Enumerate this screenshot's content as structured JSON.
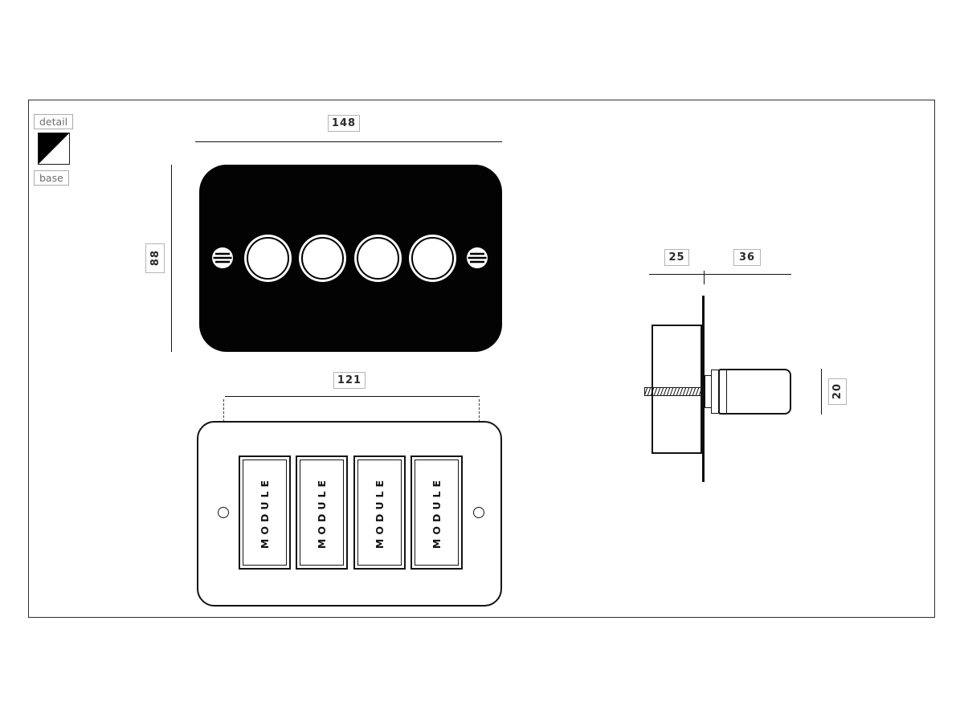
{
  "legend": {
    "detail": "detail",
    "base": "base"
  },
  "front_view": {
    "width": "148",
    "height": "88"
  },
  "rear_view": {
    "width": "121",
    "modules": [
      {
        "label": "MODULE"
      },
      {
        "label": "MODULE"
      },
      {
        "label": "MODULE"
      },
      {
        "label": "MODULE"
      }
    ]
  },
  "side_view": {
    "box_depth": "25",
    "knob_depth": "36",
    "knob_diameter": "20"
  },
  "colors": {
    "faceplate": "#000000",
    "outline": "#141414",
    "dim_box_border": "#b4b4b4",
    "legend_text": "#6e6e6e"
  }
}
